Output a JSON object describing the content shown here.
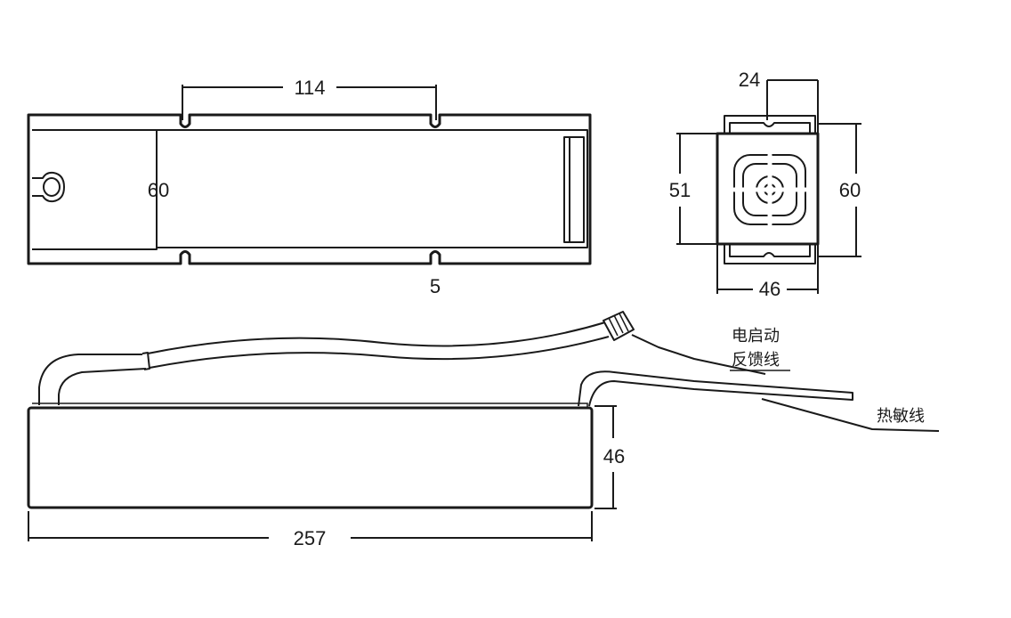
{
  "dimensions": {
    "top_notch_spacing": "114",
    "top_height": "60",
    "notch_width": "5",
    "end_terminal_width": "24",
    "end_height_inner": "51",
    "end_height_outer": "60",
    "end_width": "46",
    "side_height": "46",
    "length": "257"
  },
  "labels": {
    "feedback_line_1": "电启动",
    "feedback_line_2": "反馈线",
    "thermistor": "热敏线"
  }
}
